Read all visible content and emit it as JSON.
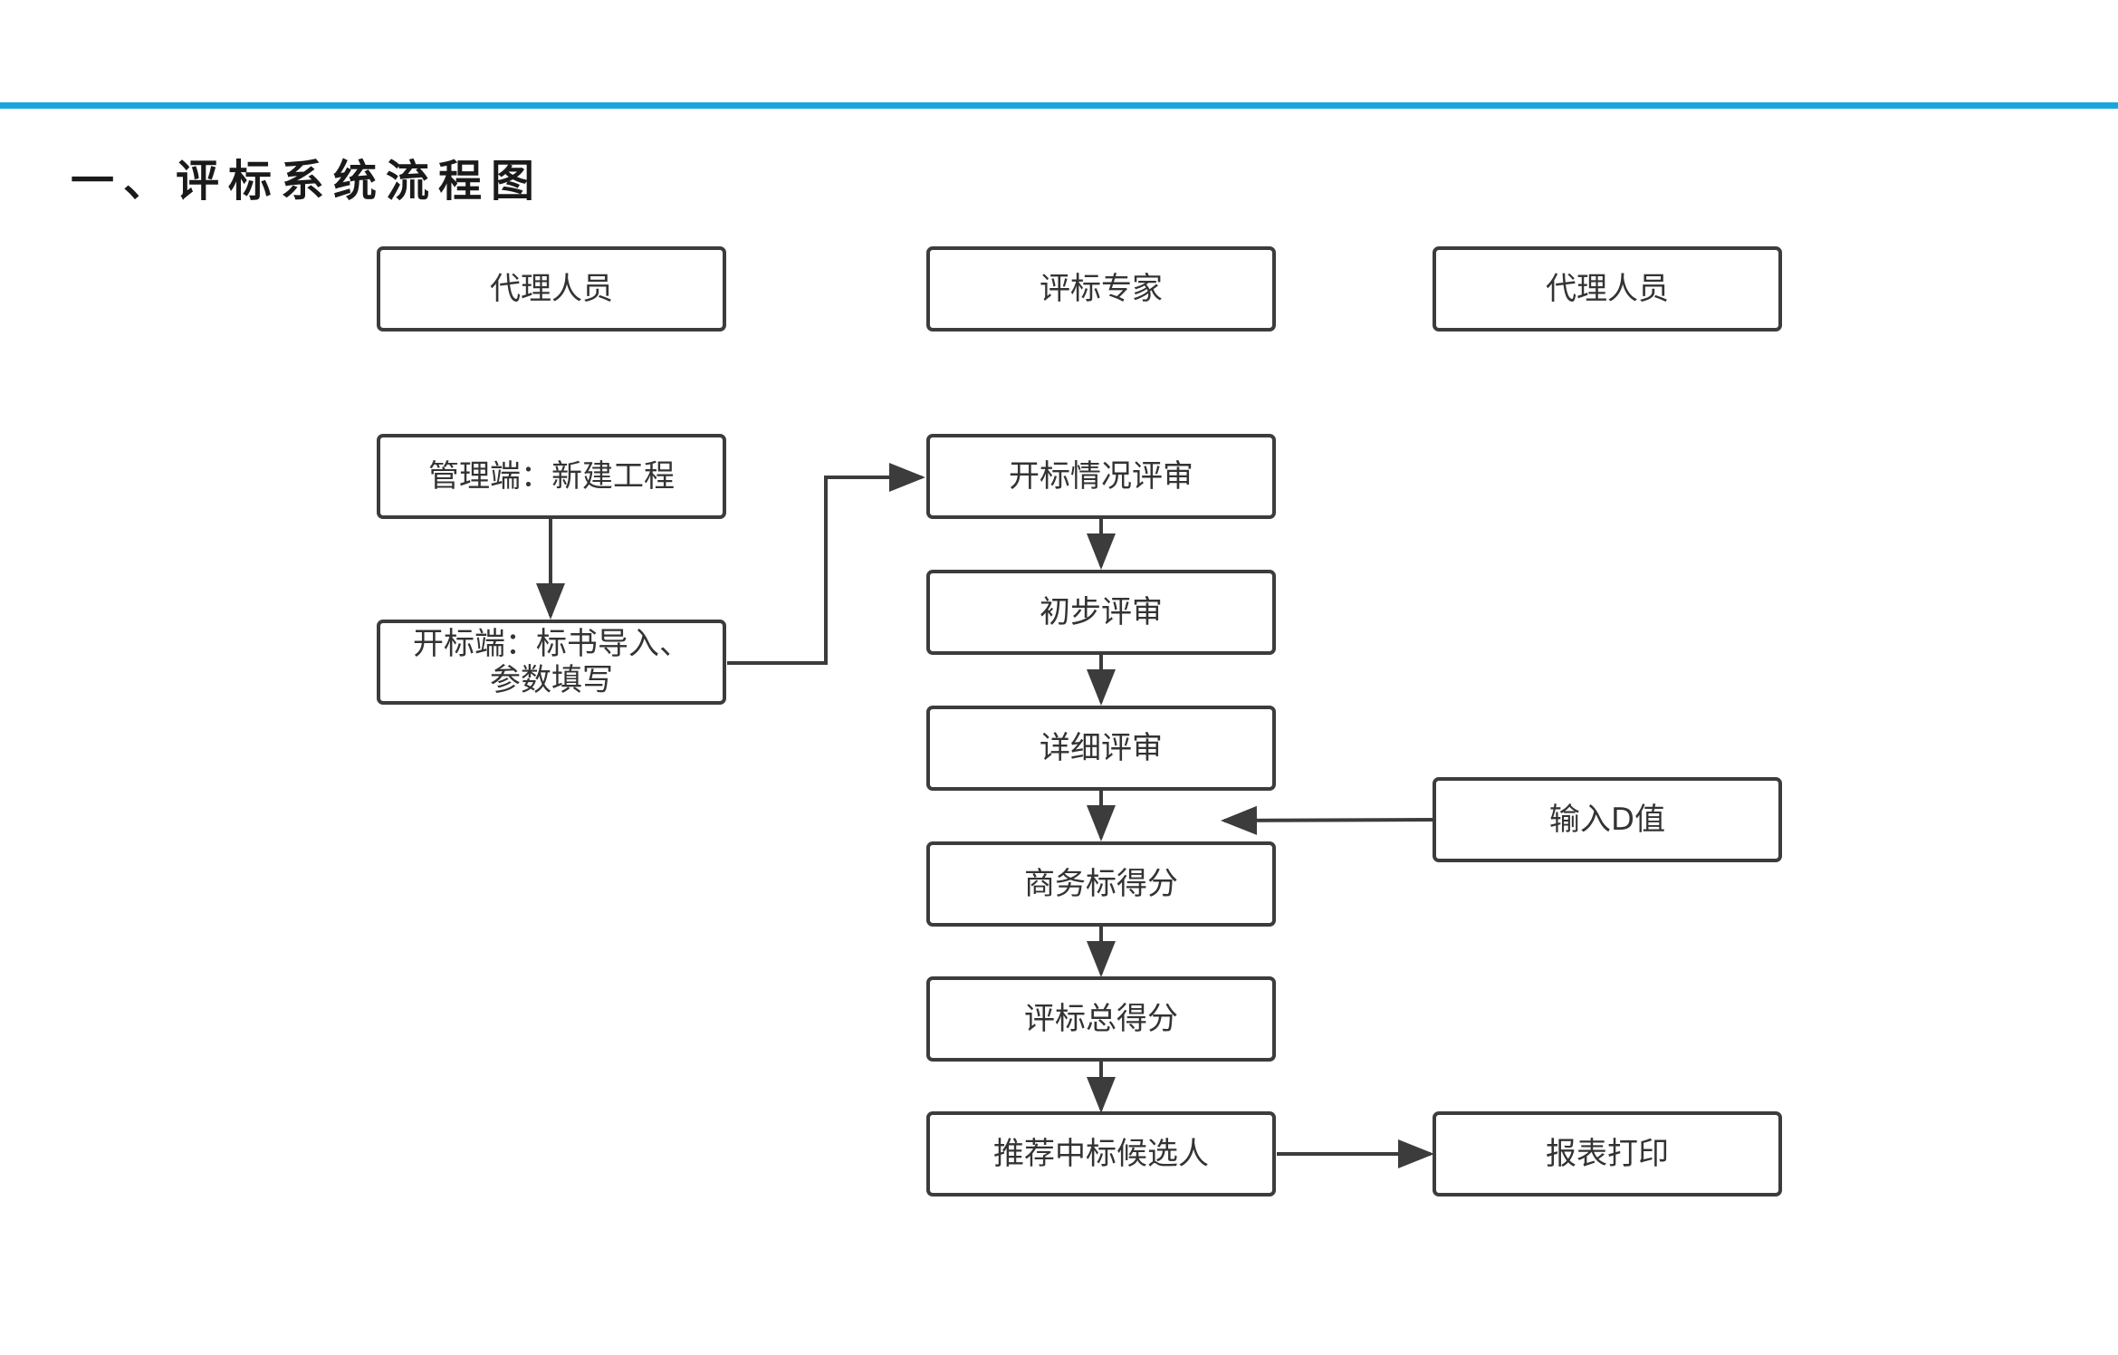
{
  "page": {
    "title": "一、评标系统流程图",
    "accent_color": "#17a7de"
  },
  "diagram": {
    "headers": {
      "left": "代理人员",
      "center": "评标专家",
      "right": "代理人员"
    },
    "nodes": {
      "create_project": "管理端：新建工程",
      "import_bid_line1": "开标端：标书导入、",
      "import_bid_line2": "参数填写",
      "opening_review": "开标情况评审",
      "preliminary_review": "初步评审",
      "detailed_review": "详细评审",
      "input_d_value": "输入D值",
      "business_score": "商务标得分",
      "total_score": "评标总得分",
      "recommend_candidate": "推荐中标候选人",
      "report_print": "报表打印"
    },
    "edges": [
      {
        "from": "create_project",
        "to": "import_bid"
      },
      {
        "from": "import_bid",
        "to": "opening_review"
      },
      {
        "from": "opening_review",
        "to": "preliminary_review"
      },
      {
        "from": "preliminary_review",
        "to": "detailed_review"
      },
      {
        "from": "detailed_review",
        "to": "business_score"
      },
      {
        "from": "input_d_value",
        "to": "business_score"
      },
      {
        "from": "business_score",
        "to": "total_score"
      },
      {
        "from": "total_score",
        "to": "recommend_candidate"
      },
      {
        "from": "recommend_candidate",
        "to": "report_print"
      }
    ],
    "line_color": "#3c3c3c"
  }
}
